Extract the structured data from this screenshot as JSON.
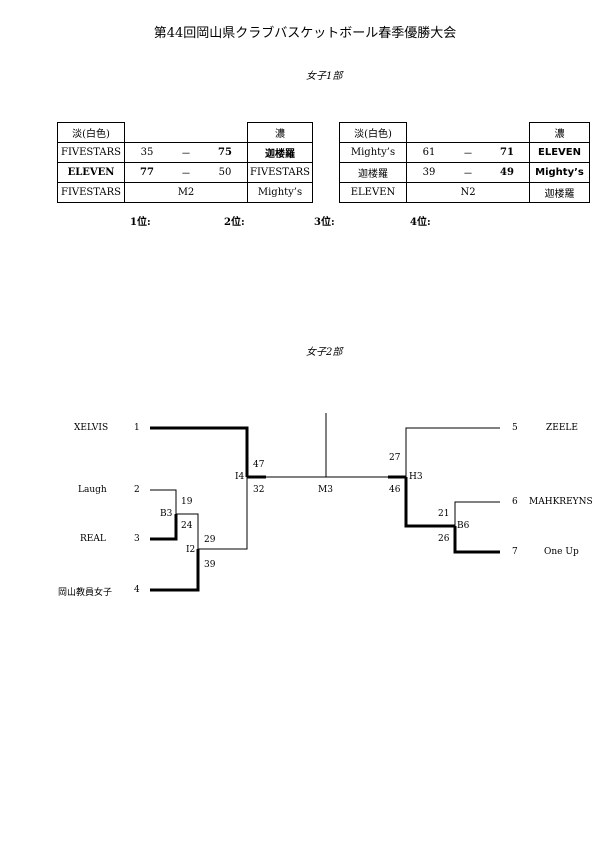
{
  "title": "第44回岡山県クラブバスケットボール春季優勝大会",
  "division1": {
    "title": "女子1部",
    "tables": [
      {
        "header_left": "淡(白色)",
        "header_right": "濃",
        "rows": [
          {
            "left": "FIVESTARS",
            "score_left": "35",
            "sep": "－",
            "score_right": "75",
            "right": "迦楼羅",
            "winner": "right"
          },
          {
            "left": "ELEVEN",
            "score_left": "77",
            "sep": "－",
            "score_right": "50",
            "right": "FIVESTARS",
            "winner": "left"
          },
          {
            "left": "FIVESTARS",
            "center": "M2",
            "right": "Mighty’s"
          }
        ]
      },
      {
        "header_left": "淡(白色)",
        "header_right": "濃",
        "rows": [
          {
            "left": "Mighty’s",
            "score_left": "61",
            "sep": "－",
            "score_right": "71",
            "right": "ELEVEN",
            "winner": "right"
          },
          {
            "left": "迦楼羅",
            "score_left": "39",
            "sep": "－",
            "score_right": "49",
            "right": "Mighty’s",
            "winner": "right"
          },
          {
            "left": "ELEVEN",
            "center": "N2",
            "right": "迦楼羅"
          }
        ]
      }
    ],
    "ranks": [
      "1位:",
      "2位:",
      "3位:",
      "4位:"
    ]
  },
  "division2": {
    "title": "女子2部",
    "left_teams": [
      {
        "name": "XELVIS",
        "seed": "1"
      },
      {
        "name": "Laugh",
        "seed": "2"
      },
      {
        "name": "REAL",
        "seed": "3"
      },
      {
        "name": "岡山教員女子",
        "seed": "4"
      }
    ],
    "right_teams": [
      {
        "seed": "5",
        "name": "ZEELE"
      },
      {
        "seed": "6",
        "name": "MAHKREYNS"
      },
      {
        "seed": "7",
        "name": "One Up"
      }
    ],
    "matches": {
      "B3": {
        "code": "B3",
        "top": "19",
        "bottom": "24"
      },
      "I2": {
        "code": "I2",
        "top": "29",
        "bottom": "39"
      },
      "I4": {
        "code": "I4",
        "top": "47",
        "bottom": "32"
      },
      "B6": {
        "code": "B6",
        "top": "21",
        "bottom": "26"
      },
      "H3": {
        "code": "H3",
        "top": "27",
        "bottom": "46"
      },
      "final": {
        "code": "M3"
      }
    }
  }
}
